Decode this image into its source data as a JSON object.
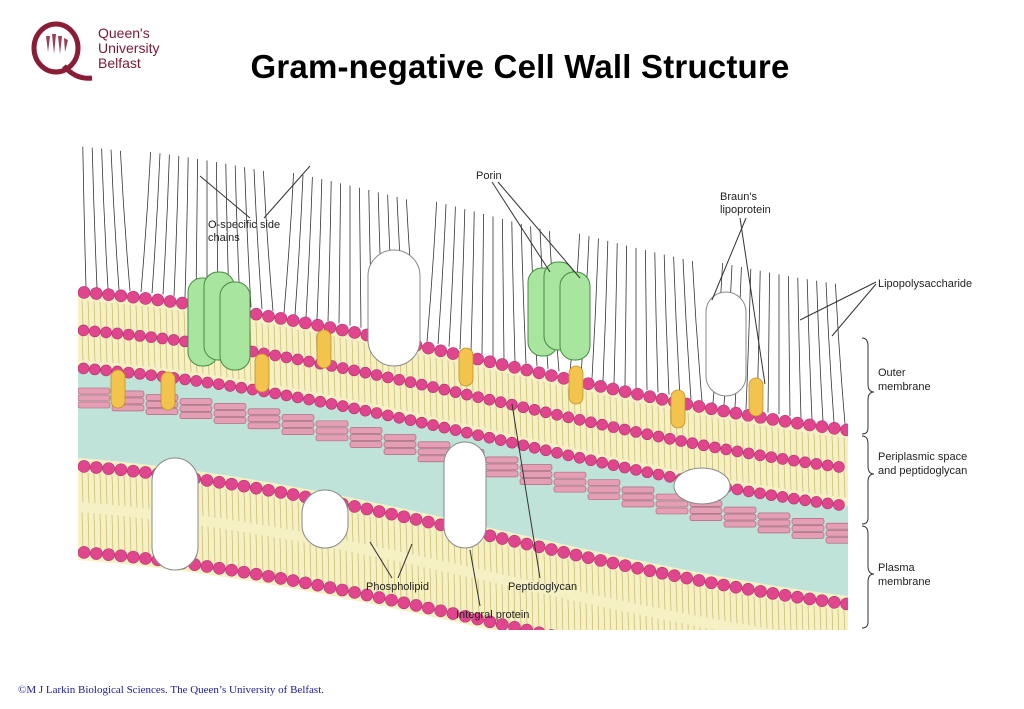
{
  "logo": {
    "line1": "Queen's University",
    "line2": "Belfast"
  },
  "title": "Gram-negative Cell Wall Structure",
  "labels": {
    "o_specific": "O-specific side chains",
    "porin": "Porin",
    "brauns": "Braun's lipoprotein",
    "lps": "Lipopolysaccharide",
    "outer_membrane": "Outer membrane",
    "periplasmic": "Periplasmic space and peptidoglycan",
    "plasma_membrane": "Plasma membrane",
    "phospholipid": "Phospholipid",
    "peptidoglycan": "Peptidoglycan",
    "integral_protein": "Integral protein"
  },
  "footer": "©M J Larkin  Biological Sciences. The  Queen’s University of Belfast.",
  "colors": {
    "head": "#e0468e",
    "tail": "#f5f1c4",
    "periplasm": "#bfe3d8",
    "peptidoglycan": "#e59fb5",
    "porin": "#a8e6a0",
    "lipoprotein": "#f2c34d",
    "protein": "#ffffff",
    "logo": "#8a1c36"
  }
}
